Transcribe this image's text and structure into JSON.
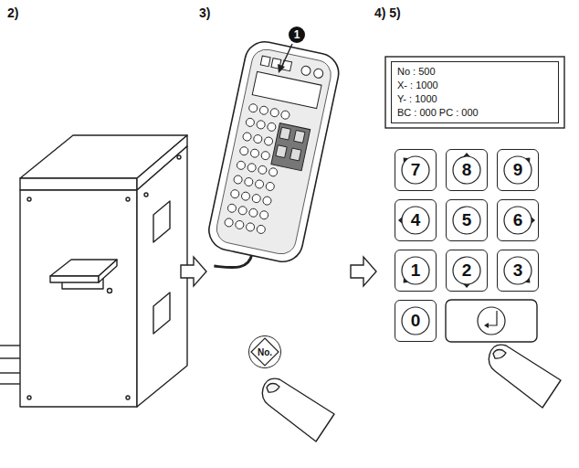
{
  "diagram": {
    "nodes": [
      {
        "text": [
          "No."
        ]
      },
      {
        "text": [
          "No : 500",
          "X- : 1000",
          "Y- : 1000",
          "BC : 000 PC : 000"
        ]
      },
      {
        "text": [
          "7"
        ]
      },
      {
        "text": [
          "8"
        ]
      },
      {
        "text": [
          "9"
        ]
      },
      {
        "text": [
          "4"
        ]
      },
      {
        "text": [
          "5"
        ]
      },
      {
        "text": [
          "6"
        ]
      },
      {
        "text": [
          "1"
        ]
      },
      {
        "text": [
          "2"
        ]
      },
      {
        "text": [
          "3"
        ]
      },
      {
        "text": [
          "0"
        ]
      }
    ],
    "labels": [
      "2)",
      "3)",
      "4) 5)",
      "1"
    ]
  }
}
